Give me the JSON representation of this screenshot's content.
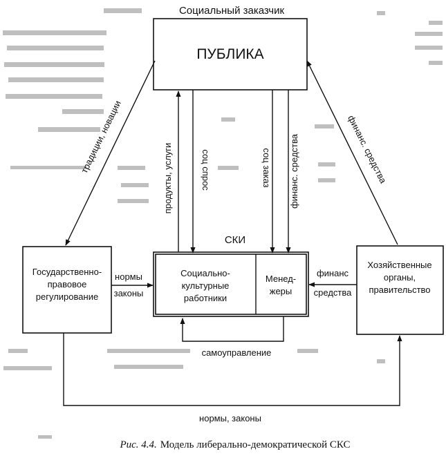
{
  "top_label": "Социальный заказчик",
  "nodes": {
    "public": "ПУБЛИКА",
    "ski": "СКИ",
    "state_line1": "Государственно-",
    "state_line2": "правовое",
    "state_line3": "регулирование",
    "workers_line1": "Социально-",
    "workers_line2": "культурные",
    "workers_line3": "работники",
    "managers_line1": "Менед-",
    "managers_line2": "жеры",
    "econ_line1": "Хозяйственные",
    "econ_line2": "органы,",
    "econ_line3": "правительство"
  },
  "edges": {
    "traditions": "традиции, новации",
    "products": "продукты, услуги",
    "demand": "соц спрос",
    "order": "соц заказ",
    "funds_vertical": "финанс. средства",
    "funds_diagonal": "финанс. средства",
    "norms_line1": "нормы",
    "norms_line2": "законы",
    "finance_line1": "финанс",
    "finance_line2": "средства",
    "self_gov": "самоуправление",
    "bottom": "нормы,  законы"
  },
  "caption": {
    "prefix": "Рис. 4.4.",
    "text": "Модель либерально-демократической СКС"
  }
}
